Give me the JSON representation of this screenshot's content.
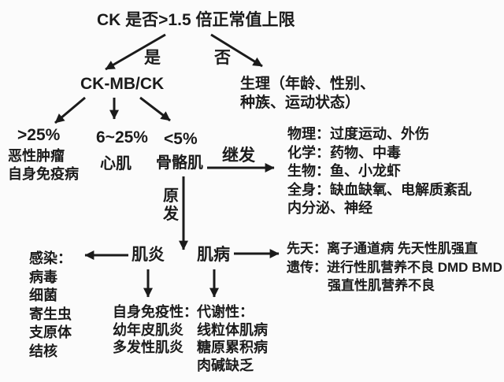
{
  "colors": {
    "background": "#fbfbfb",
    "text": "#1b1b1b",
    "arrow": "#1b1b1b"
  },
  "root": {
    "title": "CK 是否>1.5 倍正常值上限"
  },
  "decision": {
    "yes_label": "是",
    "no_label": "否"
  },
  "yes_branch": {
    "node": "CK-MB/CK"
  },
  "no_branch": {
    "line1": "生理（年龄、性别、",
    "line2": "种族、运动状态）"
  },
  "ratio": {
    "high": {
      "value": ">25%",
      "causes": [
        "恶性肿瘤",
        "自身免疫病"
      ]
    },
    "mid": {
      "value": "6~25%",
      "organ": "心肌"
    },
    "low": {
      "value": "<5%",
      "organ": "骨骼肌"
    }
  },
  "secondary": {
    "label": "继发",
    "items": [
      "物理：过度运动、外伤",
      "化学：药物、中毒",
      "生物：鱼、小龙虾",
      "全身：缺血缺氧、电解质紊乱",
      "内分泌、神经"
    ]
  },
  "primary": {
    "label": "原发"
  },
  "myositis": {
    "label": "肌炎",
    "infection": {
      "header": "感染：",
      "items": [
        "病毒",
        "细菌",
        "寄生虫",
        "支原体",
        "结核"
      ]
    },
    "autoimmune": {
      "header": "自身免疫性：",
      "items": [
        "幼年皮肌炎",
        "多发性肌炎"
      ]
    }
  },
  "myopathy": {
    "label": "肌病",
    "metabolic": {
      "header": "代谢性：",
      "items": [
        "线粒体肌病",
        "糖原累积病",
        "肉碱缺乏"
      ]
    },
    "congenital_genetic": {
      "lines": [
        "先天：离子通道病 先天性肌强直",
        "遗传：进行性肌营养不良 DMD BMD",
        "强直性肌营养不良"
      ]
    }
  }
}
